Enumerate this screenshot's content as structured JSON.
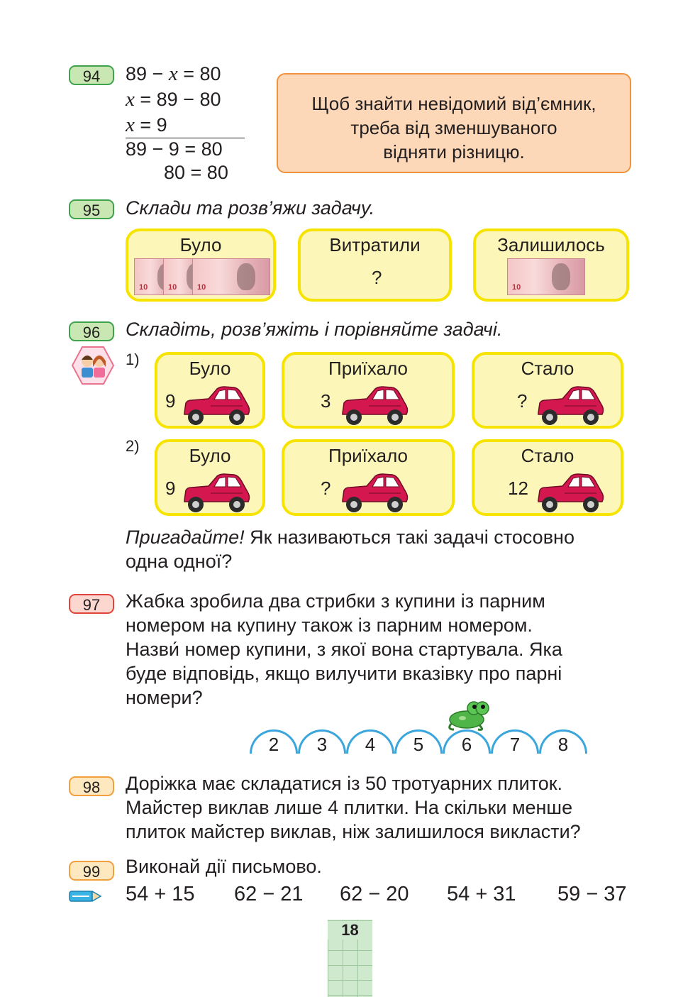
{
  "ex94": {
    "badge": "94",
    "line1_a": "89 − ",
    "line1_var": "x",
    "line1_b": " = 80",
    "line2_var": "x",
    "line2_b": " = 89 − 80",
    "line3_var": "x",
    "line3_b": " = 9",
    "check1": "89 − 9 = 80",
    "check2": "80 = 80",
    "rule": [
      "Щоб знайти невідомий від’ємник,",
      "треба від зменшуваного",
      "відняти різницю."
    ]
  },
  "ex95": {
    "badge": "95",
    "prompt": "Склади та розв’яжи задачу.",
    "boxes": [
      {
        "label": "Було",
        "bills": 3
      },
      {
        "label": "Витратили",
        "value": "?"
      },
      {
        "label": "Залишилось",
        "bills": 1
      }
    ]
  },
  "ex96": {
    "badge": "96",
    "prompt": "Складіть, розв’яжіть і порівняйте задачі.",
    "row1": {
      "marker": "1)",
      "boxes": [
        {
          "label": "Було",
          "value": "9"
        },
        {
          "label": "Приїхало",
          "value": "3"
        },
        {
          "label": "Стало",
          "value": "?"
        }
      ]
    },
    "row2": {
      "marker": "2)",
      "boxes": [
        {
          "label": "Було",
          "value": "9"
        },
        {
          "label": "Приїхало",
          "value": "?"
        },
        {
          "label": "Стало",
          "value": "12"
        }
      ]
    },
    "remember_italic": "Пригадайте!",
    "remember_line1": " Як називаються такі задачі стосовно",
    "remember_line2": "одна одної?"
  },
  "ex97": {
    "badge": "97",
    "text": [
      "Жабка зробила два стрибки з купини із парним",
      "номером на купину також із парним номером.",
      "Назви́ номер купини, з якої вона стартувала. Яка",
      "буде відповідь, якщо вилучити вказівку про парні",
      "номери?"
    ],
    "bumps": [
      "2",
      "3",
      "4",
      "5",
      "6",
      "7",
      "8"
    ],
    "frog_on": "6"
  },
  "ex98": {
    "badge": "98",
    "text": [
      "Доріжка має складатися із 50 тротуарних плиток.",
      "Майстер виклав лише 4 плитки. На скільки менше",
      "плиток майстер виклав, ніж залишилося викласти?"
    ]
  },
  "ex99": {
    "badge": "99",
    "prompt": "Виконай дії письмово.",
    "expressions": [
      "54 + 15",
      "62 − 21",
      "62 − 20",
      "54 + 31",
      "59 − 37"
    ]
  },
  "page_number": "18",
  "colors": {
    "green": "#3fa34d",
    "red": "#e1443a",
    "orange": "#f2a03d",
    "yellow": "#f6e400",
    "box_fill": "#fcf7b8",
    "car": "#d5174f"
  }
}
